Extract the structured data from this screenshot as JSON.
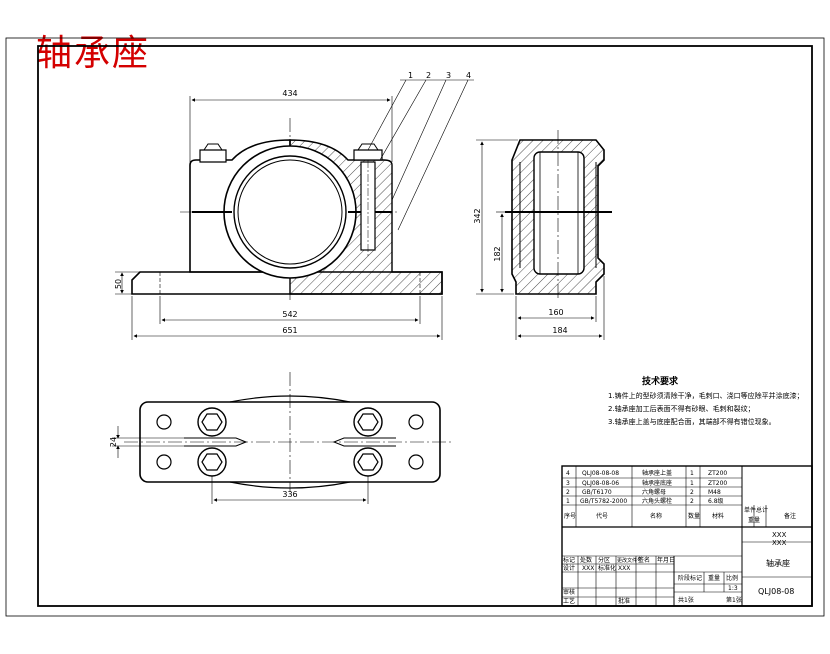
{
  "stamp_title": "轴承座",
  "balloons": [
    "1",
    "2",
    "3",
    "4"
  ],
  "dimensions": {
    "front_top_width": "434",
    "front_base_height": "50",
    "front_bolt_span": "542",
    "front_overall_width": "651",
    "side_overall_height": "342",
    "side_center_height": "182",
    "side_inner_width": "160",
    "side_outer_width": "184",
    "plan_slot_width": "24",
    "plan_bolt_span": "336"
  },
  "technical_requirements": {
    "title": "技术要求",
    "items": [
      "1.铸件上的型砂须清除干净，毛刺口、浇口等应除平并涂底漆；",
      "2.轴承座加工后表面不得有砂眼、毛刺和裂纹；",
      "3.轴承座上盖与底座配合面，其端部不得有错位现象。"
    ]
  },
  "parts_list": {
    "rows": [
      {
        "no": "4",
        "code": "QLJ08-08-08",
        "name": "轴承座上盖",
        "qty": "1",
        "material": "ZT200"
      },
      {
        "no": "3",
        "code": "QLJ08-08-06",
        "name": "轴承座底座",
        "qty": "1",
        "material": "ZT200"
      },
      {
        "no": "2",
        "code": "GB/T6170",
        "name": "六角螺母",
        "qty": "2",
        "material": "M48"
      },
      {
        "no": "1",
        "code": "GB/T5782-2000",
        "name": "六角头螺栓",
        "qty": "2",
        "material": "6.8级"
      }
    ],
    "header": {
      "no": "序号",
      "code": "代号",
      "name": "名称",
      "qty": "数量",
      "material": "材料",
      "unit_weight": "单件",
      "total_weight": "总计",
      "weight": "重量",
      "remark": "备注"
    }
  },
  "title_block": {
    "org1": "XXX",
    "org2": "XXX",
    "drawing_name": "轴承座",
    "drawing_no": "QLJ08-08",
    "scale": "1:3",
    "stage_label": "阶段标记",
    "weight_label": "重量",
    "scale_label": "比例",
    "sheet_total": "共1张",
    "sheet_no": "第1张",
    "rev_headers": [
      "标记",
      "处数",
      "分区",
      "更改文件号",
      "签名",
      "年月日"
    ],
    "design": "设计",
    "design_name": "XXX",
    "standardize": "标准化",
    "standardize_name": "XXX",
    "check": "审核",
    "process": "工艺",
    "approve": "批准"
  }
}
